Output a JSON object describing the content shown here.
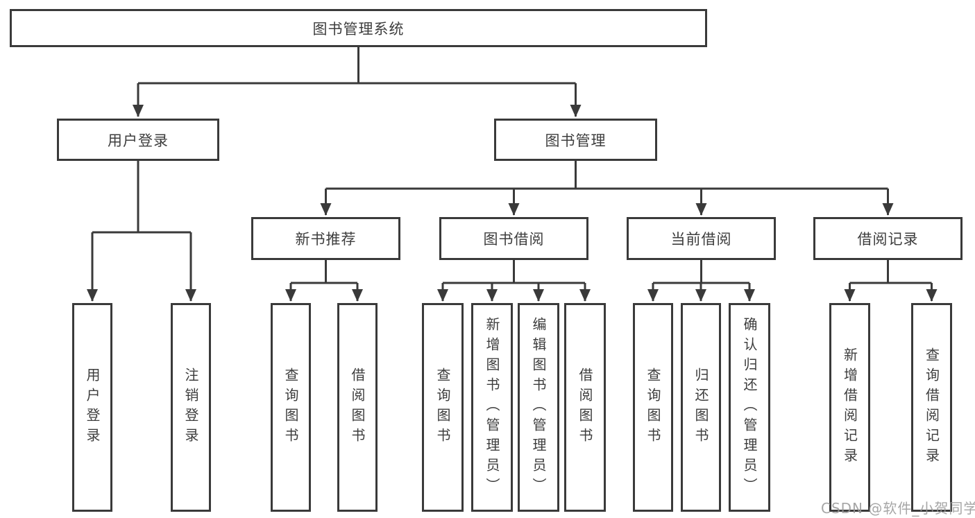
{
  "diagram": {
    "root": {
      "label": "图书管理系统"
    },
    "branches": [
      {
        "label": "用户登录",
        "children": [
          {
            "label": "用户登录"
          },
          {
            "label": "注销登录"
          }
        ]
      },
      {
        "label": "图书管理",
        "children": [
          {
            "label": "新书推荐",
            "children": [
              {
                "label": "查询图书"
              },
              {
                "label": "借阅图书"
              }
            ]
          },
          {
            "label": "图书借阅",
            "children": [
              {
                "label": "查询图书"
              },
              {
                "label": "新增图书（管理员）"
              },
              {
                "label": "编辑图书（管理员）"
              },
              {
                "label": "借阅图书"
              }
            ]
          },
          {
            "label": "当前借阅",
            "children": [
              {
                "label": "查询图书"
              },
              {
                "label": "归还图书"
              },
              {
                "label": "确认归还（管理员）"
              }
            ]
          },
          {
            "label": "借阅记录",
            "children": [
              {
                "label": "新增借阅记录"
              },
              {
                "label": "查询借阅记录"
              }
            ]
          }
        ]
      }
    ],
    "watermark": "CSDN @软件_小贺同学",
    "colors": {
      "line": "#3a3a3a",
      "text": "#3d3d3d",
      "background": "#ffffff"
    }
  }
}
